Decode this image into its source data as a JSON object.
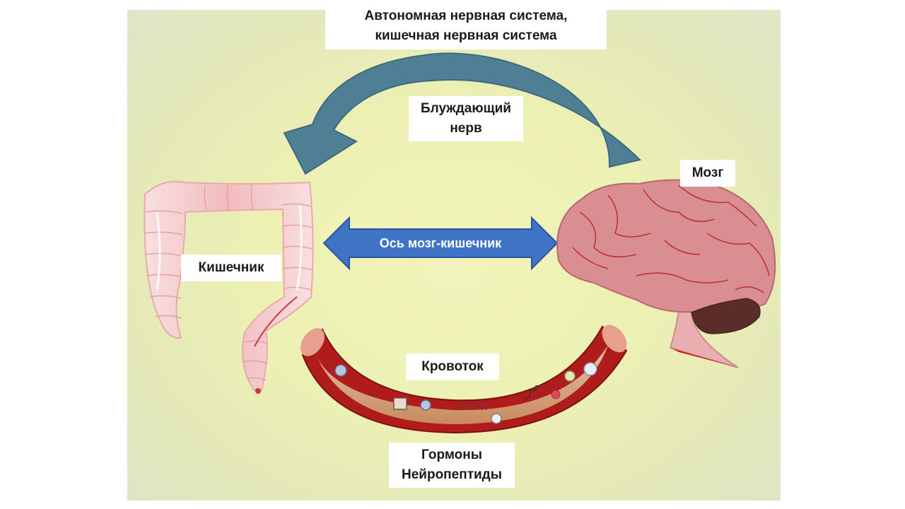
{
  "labels": {
    "ans_line1": "Автономная нервная система,",
    "ans_line2": "кишечная нервная система",
    "vagus_line1": "Блуждающий",
    "vagus_line2": "нерв",
    "brain": "Мозг",
    "gut": "Кишечник",
    "axis": "Ось мозг-кишечник",
    "blood": "Кровоток",
    "hormones": "Гормоны",
    "neuropeptides": "Нейропептиды"
  },
  "colors": {
    "vagus_arrow": "#4f7f94",
    "axis_arrow": "#3f73c6",
    "brain": "#d98f92",
    "vessel": "#b01c1c",
    "intestine": "#f2c4c6"
  },
  "icons": [
    "intestine-icon",
    "brain-icon",
    "blood-vessel-icon"
  ]
}
